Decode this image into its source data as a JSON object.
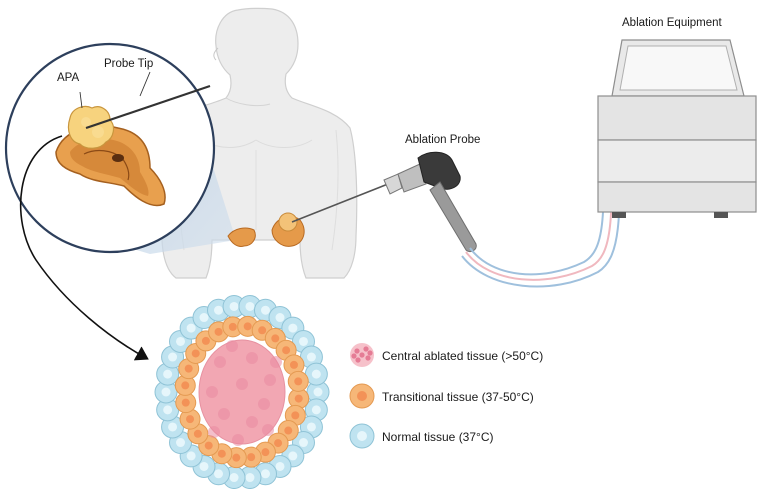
{
  "labels": {
    "apa": "APA",
    "probe_tip": "Probe Tip",
    "ablation_probe": "Ablation Probe",
    "ablation_equipment": "Ablation Equipment"
  },
  "legend": [
    {
      "label": "Central  ablated tissue  (>50°C)",
      "color": "#f2a7b3"
    },
    {
      "label": "Transitional tissue (37-50°C)",
      "color": "#f6b778"
    },
    {
      "label": "Normal tissue (37°C)",
      "color": "#bfe3f0"
    }
  ],
  "colors": {
    "ablated": "#f2a7b3",
    "transitional": "#f6b778",
    "normal": "#bfe3f0",
    "adrenal": "#e59a4a",
    "body": "#ededed"
  }
}
